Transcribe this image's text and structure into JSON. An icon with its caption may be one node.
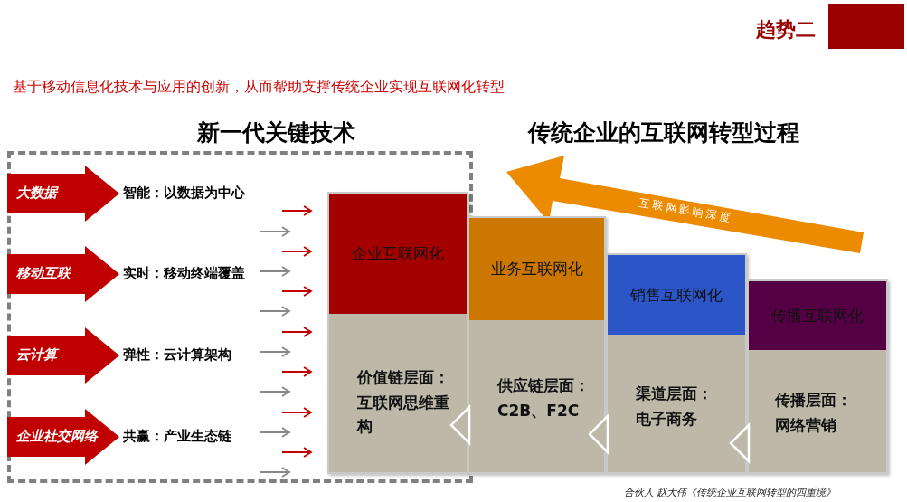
{
  "diagram": {
    "title": "趋势二",
    "nodes": [
      {
        "text": [
          "新一代关键技术"
        ]
      },
      {
        "text": [
          "大数据"
        ],
        "in": 0,
        "beside": [
          "智能：以数据为中心"
        ]
      },
      {
        "text": [
          "移动互联"
        ],
        "in": 0,
        "beside": [
          "实时：移动终端覆盖"
        ]
      },
      {
        "text": [
          "云计算"
        ],
        "in": 0,
        "beside": [
          "弹性：云计算架构"
        ]
      },
      {
        "text": [
          "企业社交网络"
        ],
        "in": 0,
        "beside": [
          "共赢：产业生态链"
        ]
      },
      {
        "text": [
          "企业互联网化",
          "价值链层面：",
          "互联网思维重构"
        ],
        "in": 0
      },
      {
        "text": [
          "业务互联网化",
          "供应链层面：",
          "C2B、F2C"
        ]
      },
      {
        "text": [
          "销售互联网化",
          "渠道层面：",
          "电子商务"
        ]
      },
      {
        "text": [
          "传播互联网化",
          "传播层面：",
          "网络营销"
        ]
      }
    ],
    "labels": [
      "基于移动信息化技术与应用的创新，从而帮助支撑传统企业实现互联网化转型",
      "传统企业的互联网转型过程",
      "互联网影响深度",
      "合伙人 赵大伟《传统企业互联网转型的四重境》"
    ]
  }
}
